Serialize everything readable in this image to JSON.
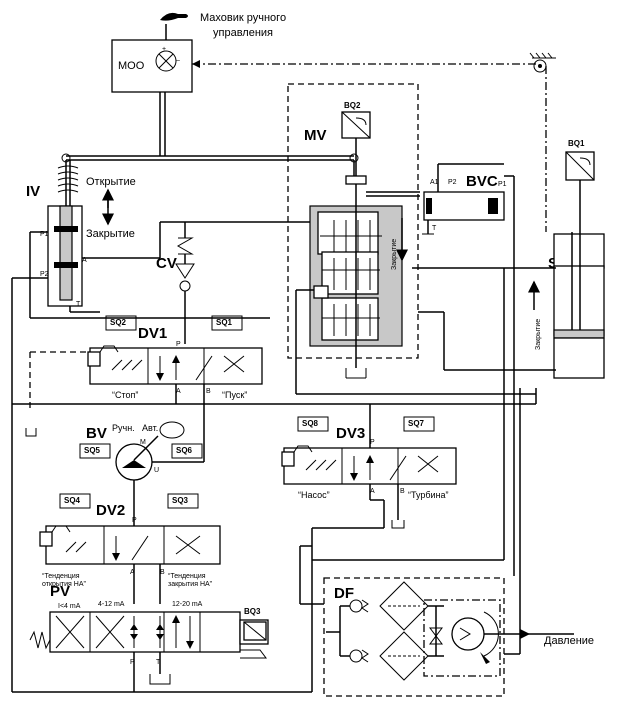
{
  "labels": {
    "handwheel": [
      "Маховик ручного",
      "управления"
    ],
    "moo": "МОО",
    "mv": "MV",
    "iv": "IV",
    "cv": "CV",
    "bvc": "BVC",
    "sm": "SM",
    "dv1": "DV1",
    "dv2": "DV2",
    "dv3": "DV3",
    "bv": "BV",
    "pv": "PV",
    "df": "DF",
    "opening": "Открытие",
    "closing": "Закрытие",
    "closing_vertical": "Закрытие",
    "pressure": "Давление",
    "stop": "“Стоп”",
    "start": "“Пуск”",
    "pump": "“Насос”",
    "turbine": "“Турбина”",
    "manual": "Ручн.",
    "auto": "Авт.",
    "trend_open": [
      "“Тенденция",
      "открытия НА”"
    ],
    "trend_close": [
      "“Тенденция",
      "закрытия НА”"
    ],
    "lt4": "I<4 mA",
    "r4_12": "4-12 mA",
    "r12_20": "12-20 mA"
  },
  "tags": {
    "sq1": "SQ1",
    "sq2": "SQ2",
    "sq3": "SQ3",
    "sq4": "SQ4",
    "sq5": "SQ5",
    "sq6": "SQ6",
    "sq7": "SQ7",
    "sq8": "SQ8",
    "bq1": "BQ1",
    "bq2": "BQ2",
    "bq3": "BQ3"
  },
  "ports": {
    "p": "P",
    "a": "A",
    "b": "B",
    "t": "T",
    "p1": "P1",
    "p2": "P2",
    "a1": "A1",
    "m": "M",
    "u": "U"
  }
}
